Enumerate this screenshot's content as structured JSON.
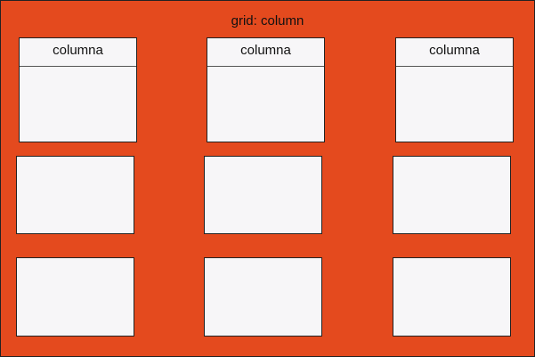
{
  "title": "grid: column",
  "columns": [
    {
      "header": "columna"
    },
    {
      "header": "columna"
    },
    {
      "header": "columna"
    }
  ],
  "colors": {
    "background": "#e44a1e",
    "cell": "#f7f6f8",
    "border": "#222222"
  }
}
